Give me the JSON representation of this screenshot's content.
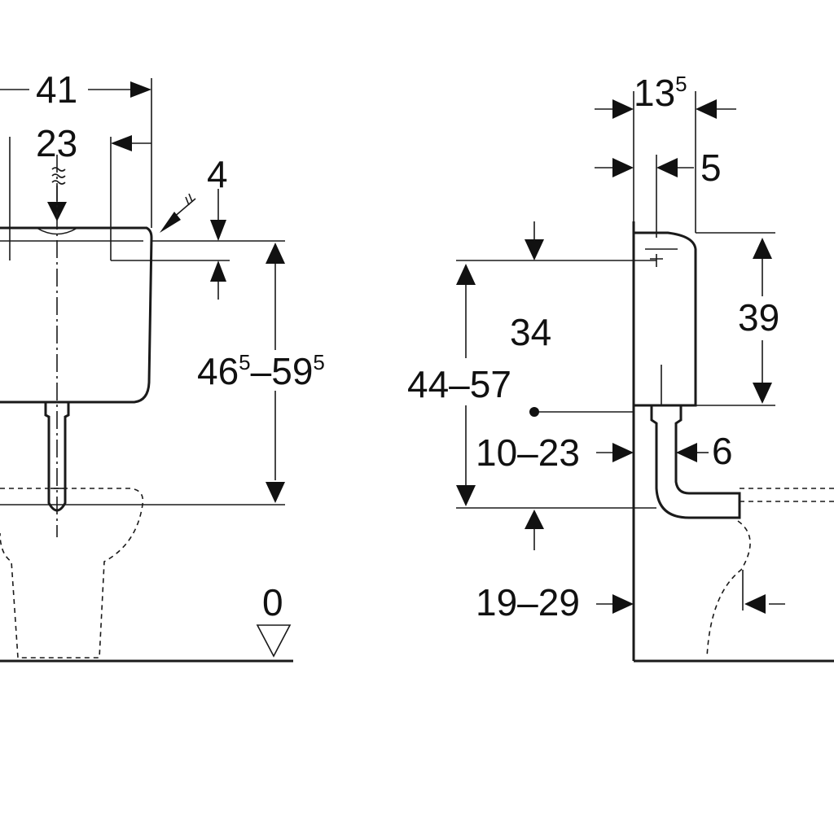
{
  "front_view": {
    "width_total": "41",
    "center_offset": "23",
    "lid_gap": "4",
    "height_range_a": "46",
    "height_range_a_sup": "5",
    "height_range_b": "59",
    "height_range_b_sup": "5",
    "dash_sep": "–",
    "floor_level": "0"
  },
  "side_view": {
    "depth_total": "13",
    "depth_total_sup": "5",
    "wall_offset": "5",
    "tank_height": "39",
    "inner_height": "34",
    "height_range": "44–57",
    "pipe_range": "10–23",
    "pipe_diameter": "6",
    "bowl_range": "19–29"
  },
  "colors": {
    "line": "#1a1a1a",
    "background": "#ffffff"
  }
}
